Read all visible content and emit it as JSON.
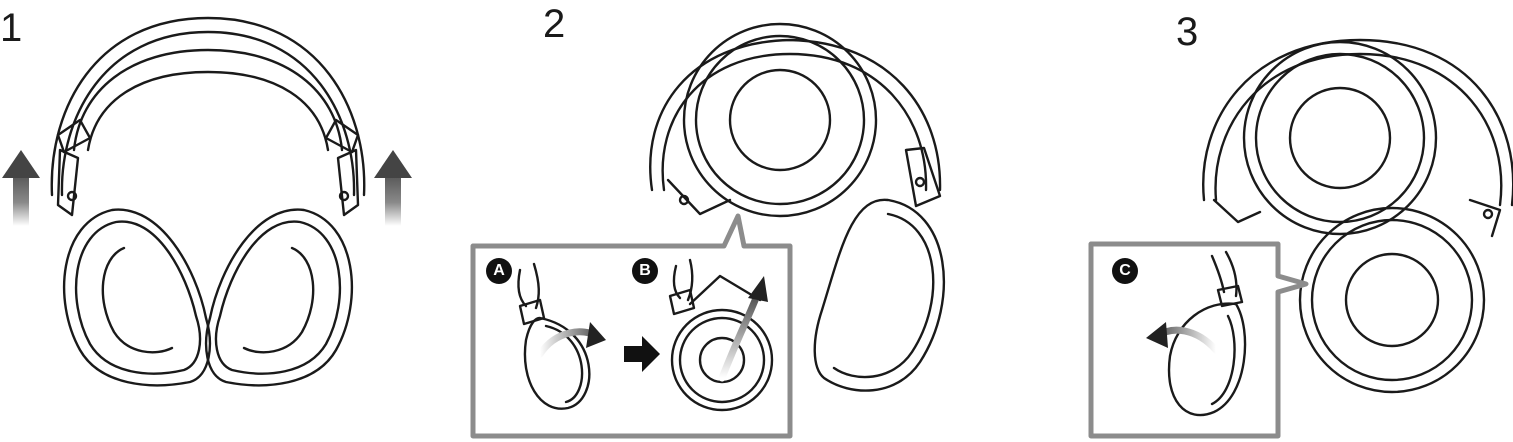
{
  "steps": [
    {
      "number": "1"
    },
    {
      "number": "2"
    },
    {
      "number": "3"
    }
  ],
  "callouts": {
    "a": "A",
    "b": "B",
    "c": "C"
  },
  "colors": {
    "line": "#1a1a1a",
    "panel_border": "#8c8c8c",
    "arrow_gray": "#6e6e6e"
  }
}
